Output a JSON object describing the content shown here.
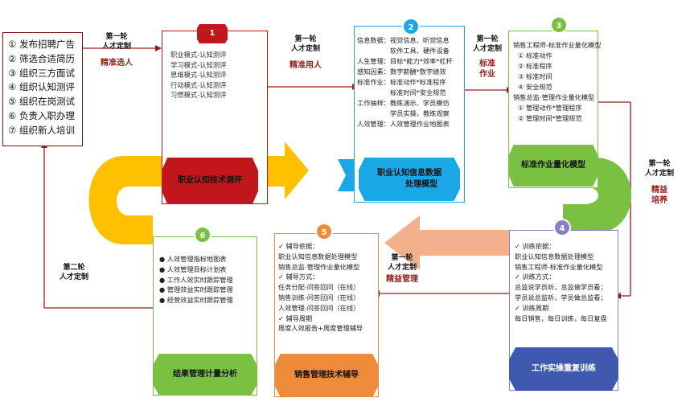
{
  "left_list": {
    "items": [
      "① 发布招聘广告",
      "② 筛选合适简历",
      "③ 组织三方面试",
      "④ 组织认知测评",
      "⑤ 组织在岗测试",
      "⑥ 负责入职办理",
      "⑦ 组织新人培训"
    ]
  },
  "top_labels": {
    "r1_line1": "第一轮",
    "r1_line2": "人才定制",
    "r1_red": "精准选人",
    "r2_line1": "第一轮",
    "r2_line2": "人才定制",
    "r2_red": "精准用人",
    "r3_line1": "第一轮",
    "r3_line2": "人才定制",
    "r3_red1": "标准",
    "r3_red2": "作业",
    "r4_line1": "第一轮",
    "r4_line2": "人才定制",
    "r4_red1": "精益",
    "r4_red2": "培养",
    "r5_line1": "第一轮",
    "r5_line2": "人才定制",
    "r5_red": "精益管理",
    "r6_line1": "第二轮",
    "r6_line2": "人才定制"
  },
  "stage1": {
    "number": "1",
    "items": [
      "职业模式-认知测评",
      "学习模式-认知测评",
      "思维模式-认知测评",
      "行动模式-认知测评",
      "习惯模式-认知测评"
    ],
    "title": "职业认知技术测评"
  },
  "stage2": {
    "number": "2",
    "rows": [
      {
        "k": "信息数据：",
        "v": "视觉信息、听觉信息"
      },
      {
        "k": "",
        "v": "软件工具、硬件设备"
      },
      {
        "k": "人生管理：",
        "v": "目标*能力*效率*杠杆"
      },
      {
        "k": "感知因素：",
        "v": "数字薪酬*数字绩效"
      },
      {
        "k": "标准作业：",
        "v": "标准动作*标准程序"
      },
      {
        "k": "",
        "v": "标准时间*安全规范"
      },
      {
        "k": "工作抽样：",
        "v": "教练演示、学员模仿"
      },
      {
        "k": "",
        "v": "学员实操，教练观察"
      },
      {
        "k": "人效管理：",
        "v": "人效管理作业地图表"
      }
    ],
    "title1": "职业认知信息数据",
    "title2": "处理模型"
  },
  "stage3": {
    "number": "3",
    "head1": "销售工程师-标准作业量化模型",
    "items1": [
      "① 标准动作",
      "② 标准程序",
      "③ 标准时间",
      "④ 安全规范"
    ],
    "head2": "销售总监-管理作业量化模型",
    "items2": [
      "① 管理动作*管理程序",
      "② 管理时间*管理规范"
    ],
    "title": "标准作业量化模型"
  },
  "stage4": {
    "number": "4",
    "lines": [
      "✓ 训练依据：",
      "职业认知信息数据处理模型",
      "销售工程师-标准作业量化模型",
      "✓ 训练方式：",
      "总监说学员听，总监做学员看；",
      "学员说总监听，学员做总监看；",
      "✓ 训练周期",
      "每日销售，每日训练，每日复盘"
    ],
    "title": "工作实操重复训练"
  },
  "stage5": {
    "number": "5",
    "lines": [
      "✓ 辅导依据：",
      "职业认知信息数据处理模型",
      "销售总监-管理作业量化模型",
      "✓ 辅导方式：",
      "任务分配-问答回问（在线）",
      "销售训练-问答回问（在线）",
      "人效管理-问答回问（在线）",
      "✓ 辅导周期",
      "周度人效报告+周度管理辅导"
    ],
    "title": "销售管理技术辅导"
  },
  "stage6": {
    "number": "6",
    "items": [
      "人效管理指标地图表",
      "人效管理目标计划表",
      "工作人效实时跟踪管理",
      "管理效益实时跟踪管理",
      "经营效益实时跟踪管理"
    ],
    "title": "结果管理计量分析"
  },
  "colors": {
    "red": "#c0161c",
    "blue": "#1aa7e6",
    "green": "#7ac141",
    "purple": "#8a7fc4",
    "orange": "#ee8b3b",
    "yellow": "#ffc000",
    "dark_red": "#9a1b1b",
    "salmon": "#f3b08c",
    "navy": "#3f58b0"
  }
}
